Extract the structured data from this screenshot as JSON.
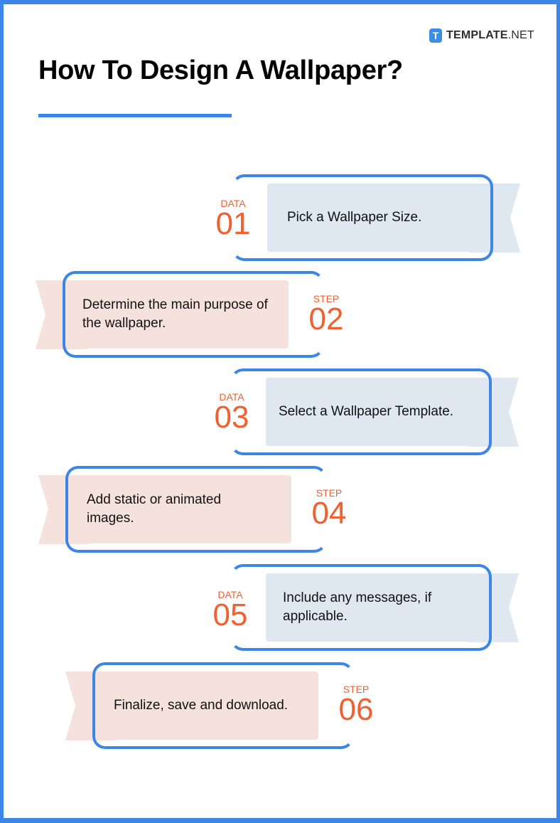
{
  "brand": {
    "badge": "T",
    "name_bold": "TEMPLATE",
    "name_light": ".NET"
  },
  "title": "How To Design A Wallpaper?",
  "colors": {
    "accent_blue": "#3b86e6",
    "number_orange": "#f06030",
    "blue_panel": "#dfe7f1",
    "pink_panel": "#f5e2dd"
  },
  "steps": [
    {
      "label": "DATA",
      "number": "01",
      "text": "Pick a Wallpaper Size."
    },
    {
      "label": "STEP",
      "number": "02",
      "text": "Determine the main purpose of the wallpaper."
    },
    {
      "label": "DATA",
      "number": "03",
      "text": "Select a Wallpaper Template."
    },
    {
      "label": "STEP",
      "number": "04",
      "text": "Add static or animated images."
    },
    {
      "label": "DATA",
      "number": "05",
      "text": "Include any messages, if applicable."
    },
    {
      "label": "STEP",
      "number": "06",
      "text": "Finalize, save and download."
    }
  ]
}
